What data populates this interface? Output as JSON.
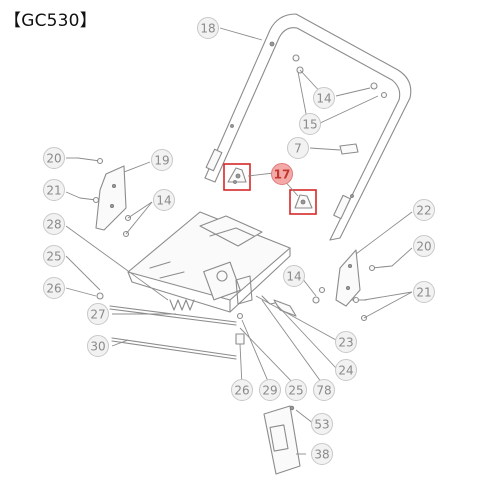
{
  "title": "【GC530】",
  "highlight_color": "#d62828",
  "highlight_fill": "#f4a9a9",
  "callouts": [
    {
      "label": "18"
    },
    {
      "label": "14"
    },
    {
      "label": "15"
    },
    {
      "label": "7"
    },
    {
      "label": "17"
    },
    {
      "label": "20"
    },
    {
      "label": "19"
    },
    {
      "label": "21"
    },
    {
      "label": "14"
    },
    {
      "label": "28"
    },
    {
      "label": "22"
    },
    {
      "label": "25"
    },
    {
      "label": "20"
    },
    {
      "label": "26"
    },
    {
      "label": "14"
    },
    {
      "label": "21"
    },
    {
      "label": "27"
    },
    {
      "label": "23"
    },
    {
      "label": "30"
    },
    {
      "label": "24"
    },
    {
      "label": "26"
    },
    {
      "label": "29"
    },
    {
      "label": "25"
    },
    {
      "label": "78"
    },
    {
      "label": "53"
    },
    {
      "label": "38"
    }
  ]
}
